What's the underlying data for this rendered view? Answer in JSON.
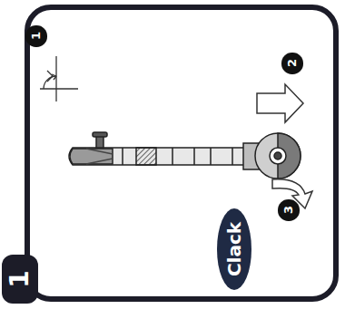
{
  "diagram": {
    "nodes": [
      {
        "text": [
          "1"
        ]
      },
      {
        "text": [
          "1"
        ]
      },
      {
        "text": [
          "2"
        ]
      },
      {
        "text": [
          "3"
        ]
      },
      {
        "text": [
          "Clack"
        ]
      }
    ]
  }
}
